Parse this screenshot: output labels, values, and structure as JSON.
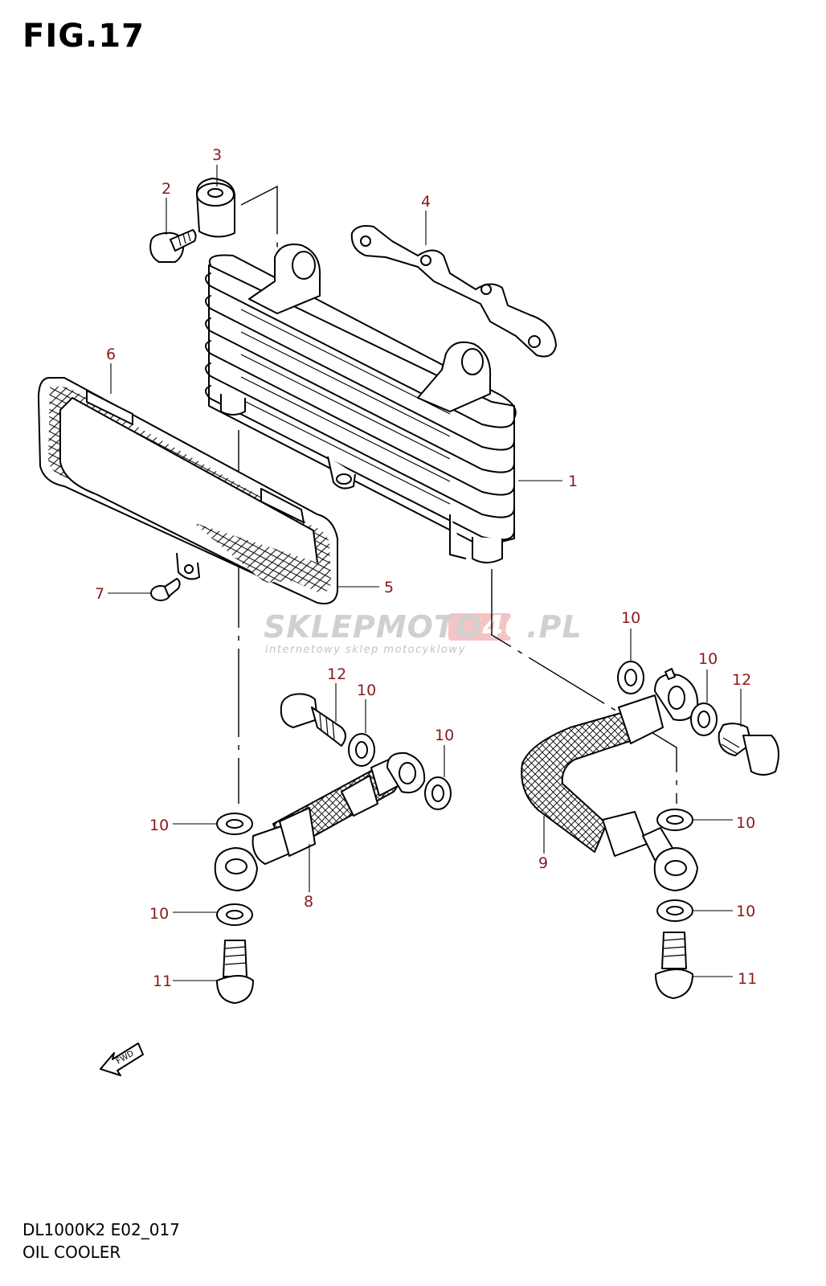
{
  "figure": {
    "title": "FIG.17"
  },
  "footer": {
    "code": "DL1000K2 E02_017",
    "name": "OIL COOLER"
  },
  "watermark": {
    "brand_a": "SKLEP",
    "brand_b": "MOTO",
    "brand_c": "46",
    "brand_d": ".PL",
    "tagline": "internetowy sklep motocyklowy",
    "accent": "#f2b8b8"
  },
  "direction_marker": {
    "label": "FWD"
  },
  "colors": {
    "callout": "#8b1a1a",
    "lines": "#000000"
  },
  "callouts": [
    {
      "id": "c1",
      "label": "1"
    },
    {
      "id": "c2",
      "label": "2"
    },
    {
      "id": "c3",
      "label": "3"
    },
    {
      "id": "c4",
      "label": "4"
    },
    {
      "id": "c5",
      "label": "5"
    },
    {
      "id": "c6",
      "label": "6"
    },
    {
      "id": "c7",
      "label": "7"
    },
    {
      "id": "c8",
      "label": "8"
    },
    {
      "id": "c9",
      "label": "9"
    },
    {
      "id": "c10a",
      "label": "10"
    },
    {
      "id": "c10b",
      "label": "10"
    },
    {
      "id": "c10c",
      "label": "10"
    },
    {
      "id": "c10d",
      "label": "10"
    },
    {
      "id": "c10e",
      "label": "10"
    },
    {
      "id": "c10f",
      "label": "10"
    },
    {
      "id": "c10g",
      "label": "10"
    },
    {
      "id": "c10h",
      "label": "10"
    },
    {
      "id": "c11a",
      "label": "11"
    },
    {
      "id": "c11b",
      "label": "11"
    },
    {
      "id": "c12a",
      "label": "12"
    },
    {
      "id": "c12b",
      "label": "12"
    }
  ]
}
